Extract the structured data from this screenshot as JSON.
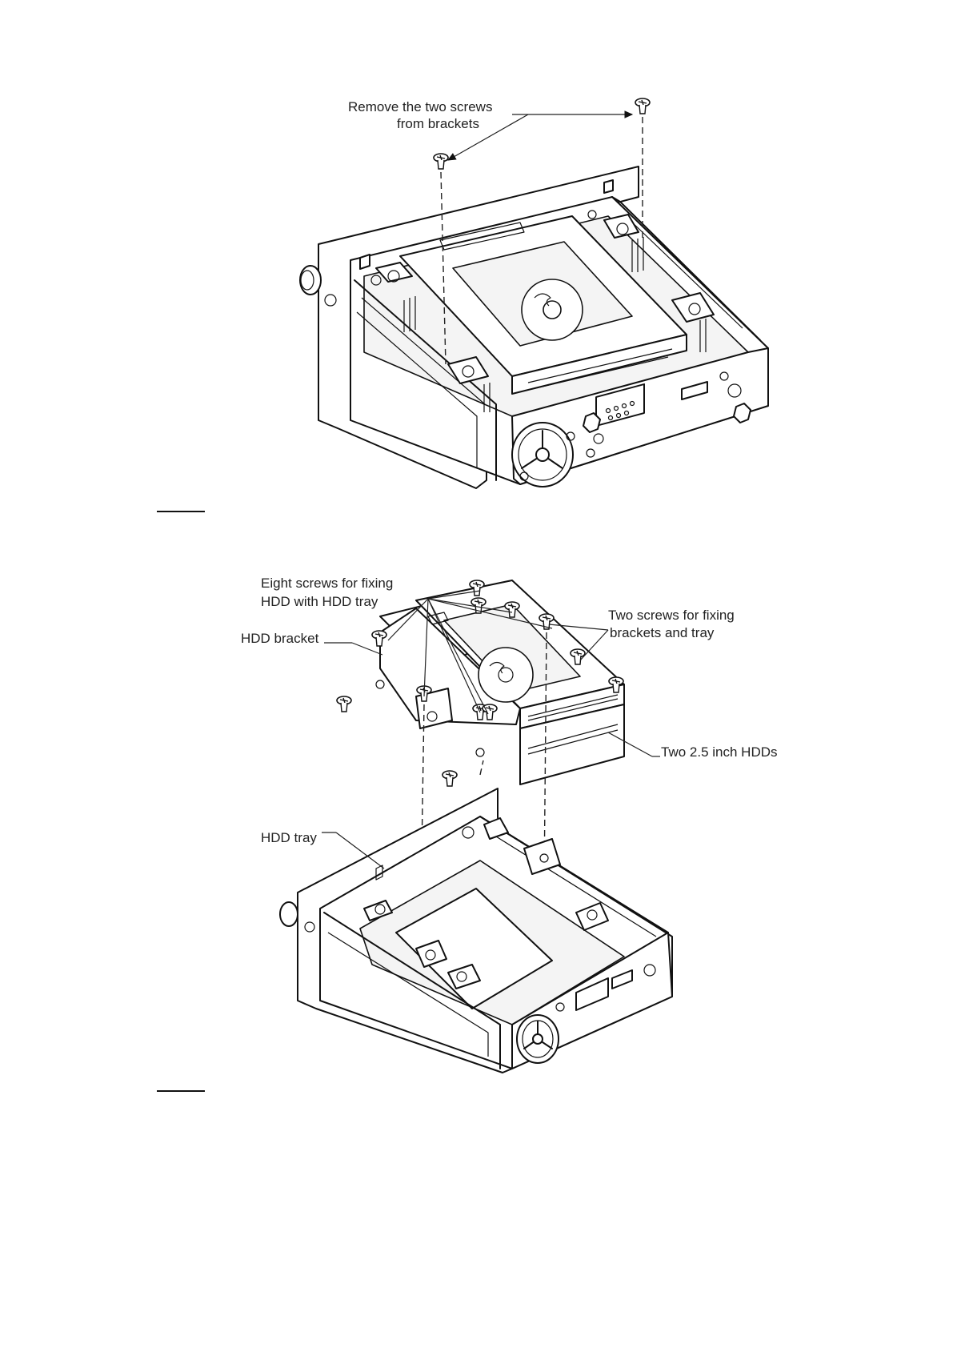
{
  "figure1": {
    "callout": [
      "Remove the two screws",
      "from brackets"
    ]
  },
  "figure2": {
    "eight_screws": [
      "Eight screws for fixing",
      "HDD with HDD tray"
    ],
    "two_screws": [
      "Two screws for fixing",
      "brackets and tray"
    ],
    "hdd_bracket": "HDD bracket",
    "two_hdds": "Two 2.5 inch HDDs",
    "hdd_tray": "HDD tray"
  }
}
